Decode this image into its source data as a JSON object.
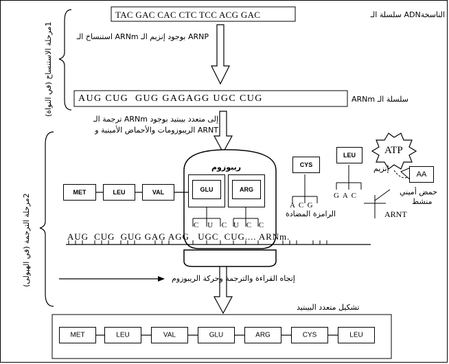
{
  "dna": {
    "sequence": "TAC GAC CAC CTC TCC ACG GAC",
    "label": "سلسلة الـ ADNالناسخة"
  },
  "transcription": {
    "caption": "استنساخ الـ ARNm بوجود إنزيم الـ ARNP",
    "stage_label": "1مرحلة الاستنساخ (في النواة)"
  },
  "mrna": {
    "sequence": "AUG CUG  GUG GAGAGG UGC CUG",
    "label": "ARNm سلسلة الـ"
  },
  "translation": {
    "caption_line1": "ترجمة الـ ARNm إلى متعدد بيبتيد بوجود",
    "caption_line2": "الريبوزومات والأحماض الأمينية و ARNT",
    "stage_label": "2مرحلة الترجمة (في الهيولى)"
  },
  "ribosome": {
    "label": "ريبوزوم",
    "sites": [
      "GLU",
      "ARG"
    ],
    "anticodons": [
      "C U C",
      "U C C"
    ]
  },
  "chain_growing": [
    "MET",
    "LEU",
    "VAL"
  ],
  "trna_free": [
    {
      "aa": "CYS",
      "anticodon": "A  C  G"
    },
    {
      "aa": "LEU",
      "anticodon": "G  A  C"
    }
  ],
  "anticodon_label": "الرامزة المضادة",
  "activation": {
    "atp": "ATP",
    "enzyme": "إنزيم",
    "aa": "AA",
    "activated_aa_line1": "حمض أميني",
    "activated_aa_line2": "منشط",
    "trna": "ARNT"
  },
  "mrna_strand": {
    "sequence": "AUG  CUG  GUG GAG AGG   UGC  CUG.... ARNm."
  },
  "direction_text": "إتجاه القراءة والترجمة وحركة الريبوزوم",
  "polypeptide": {
    "title": "تشكيل متعدد البيبتيد",
    "chain": [
      "MET",
      "LEU",
      "VAL",
      "GLU",
      "ARG",
      "CYS",
      "LEU"
    ]
  }
}
